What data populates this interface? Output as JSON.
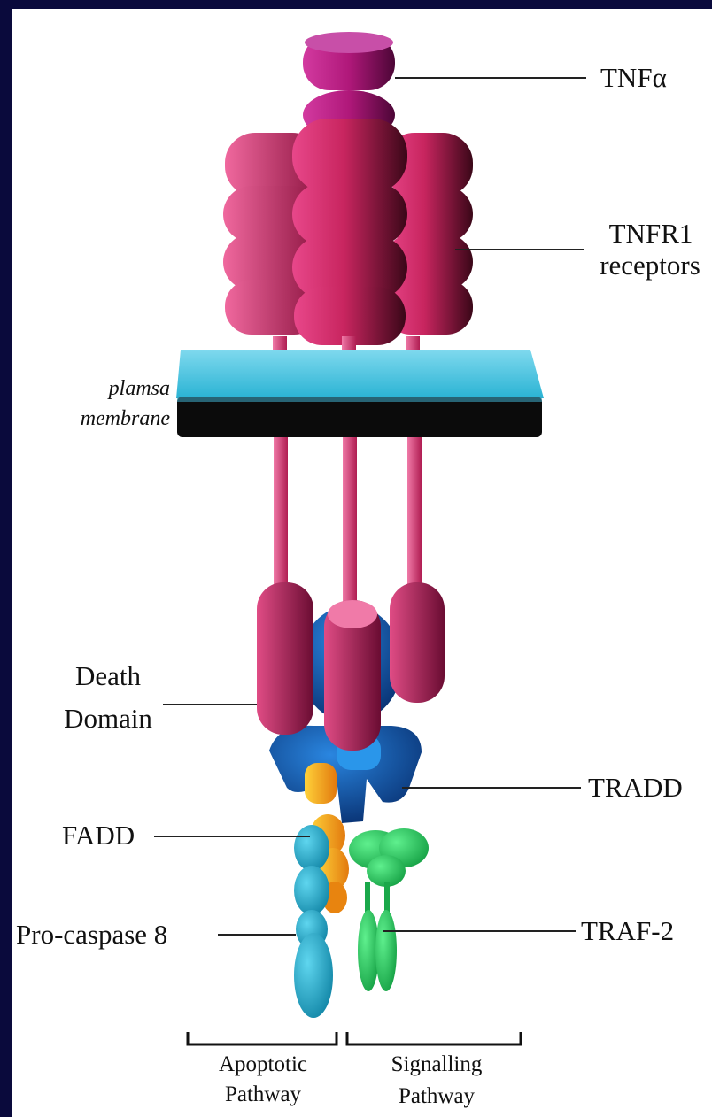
{
  "labels": {
    "tnf_alpha": "TNFα",
    "tnfr1_line1": "TNFR1",
    "tnfr1_line2": "receptors",
    "membrane_line1": "plamsa",
    "membrane_line2": "membrane",
    "death_line1": "Death",
    "death_line2": "Domain",
    "tradd": "TRADD",
    "fadd": "FADD",
    "traf2": "TRAF-2",
    "procaspase": "Pro-caspase 8",
    "apoptotic_line1": "Apoptotic",
    "apoptotic_line2": "Pathway",
    "signalling_line1": "Signalling",
    "signalling_line2": "Pathway"
  },
  "colors": {
    "frame": "#0a0a3c",
    "tnf_alpha": "#b0187a",
    "receptor": "#c8255f",
    "membrane_top": "#3ec3e0",
    "membrane_side": "#0b0b0b",
    "tradd": "#0b4fae",
    "fadd": "#f29a18",
    "procaspase": "#16a7c8",
    "traf2": "#22c85c"
  }
}
